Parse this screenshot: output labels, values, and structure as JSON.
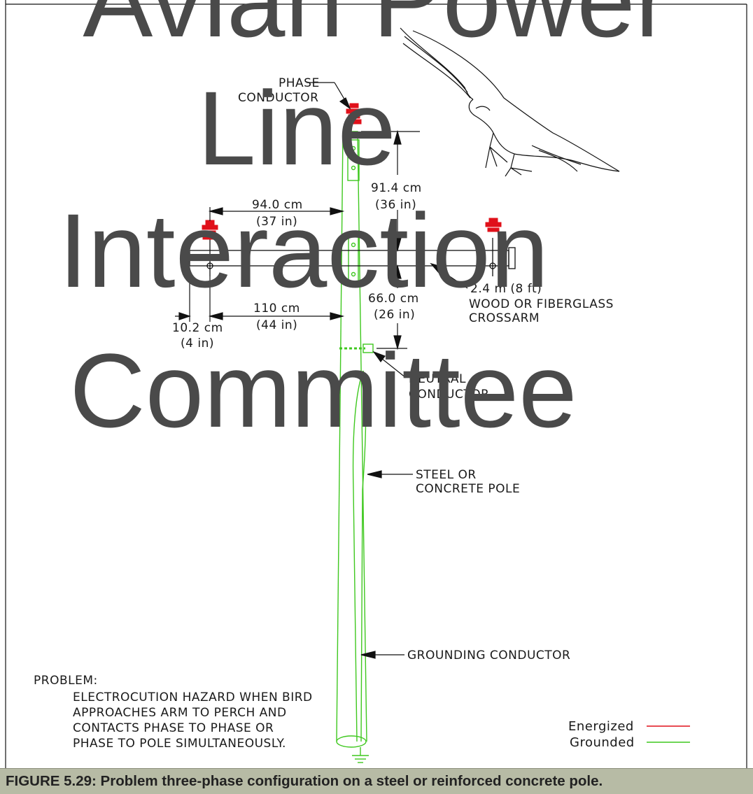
{
  "watermark": {
    "line1": "Avian Power",
    "line2": "Line",
    "line3": "Interaction",
    "line4": "Committee"
  },
  "labels": {
    "phase_conductor_1": "PHASE",
    "phase_conductor_2": "CONDUCTOR",
    "dim_vertical_top_1": "91.4  cm",
    "dim_vertical_top_2": "(36  in)",
    "dim_left_top_1": "94.0  cm",
    "dim_left_top_2": "(37  in)",
    "dim_bottom_1": "110  cm",
    "dim_bottom_2": "(44  in)",
    "dim_small_1": "10.2  cm",
    "dim_small_2": "(4  in)",
    "dim_vertical_mid_1": "66.0  cm",
    "dim_vertical_mid_2": "(26  in)",
    "crossarm_1": "2.4  m  (8  ft)",
    "crossarm_2": "WOOD  OR  FIBERGLASS",
    "crossarm_3": "CROSSARM",
    "neutral_1": "NEUTRAL",
    "neutral_2": "CONDUCTOR",
    "pole_1": "STEEL  OR",
    "pole_2": "CONCRETE  POLE",
    "grounding": "GROUNDING  CONDUCTOR",
    "problem_title": "PROBLEM:",
    "problem_lines": [
      "ELECTROCUTION  HAZARD  WHEN  BIRD",
      "APPROACHES  ARM  TO  PERCH  AND",
      "CONTACTS  PHASE  TO  PHASE  OR",
      "PHASE  TO  POLE  SIMULTANEOUSLY."
    ]
  },
  "legend": {
    "energized": "Energized",
    "grounded": "Grounded",
    "energized_color": "#e0101a",
    "grounded_color": "#3fc81f"
  },
  "caption": "FIGURE 5.29: Problem three-phase configuration on a steel or reinforced concrete pole."
}
